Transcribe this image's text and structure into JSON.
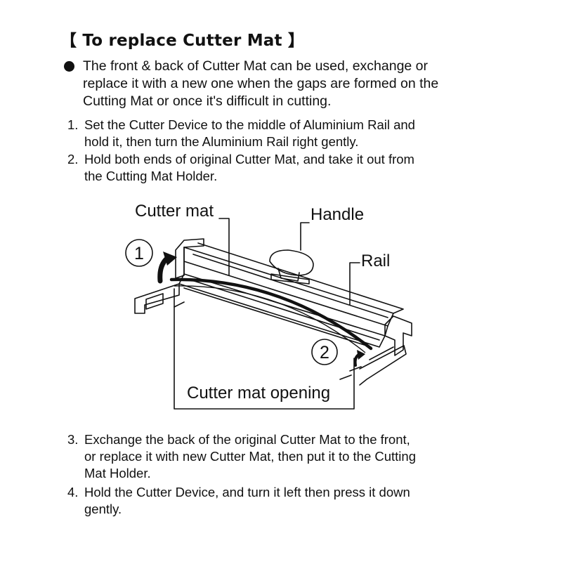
{
  "title": "【 To replace Cutter Mat 】",
  "intro": {
    "lines": [
      "The front & back of Cutter Mat can be used, exchange or",
      "replace it with a new one when the gaps are formed on the",
      "Cutting Mat or once it's difficult in cutting."
    ]
  },
  "steps": [
    {
      "number": "1.",
      "lines": [
        "Set the Cutter Device to the middle of Aluminium Rail and",
        "hold it, then turn the Aluminium Rail right gently."
      ]
    },
    {
      "number": "2.",
      "lines": [
        "Hold both ends of original Cutter Mat, and take it out from",
        "the Cutting Mat Holder."
      ]
    },
    {
      "number": "3.",
      "lines": [
        "Exchange the back of the original Cutter Mat to the front,",
        "or replace it with new Cutter Mat, then put it to the Cutting",
        "Mat Holder."
      ]
    },
    {
      "number": "4.",
      "lines": [
        "Hold the Cutter Device, and turn it left then press it down",
        "gently."
      ]
    }
  ],
  "diagram": {
    "labels": {
      "cutter_mat": "Cutter mat",
      "handle": "Handle",
      "rail": "Rail",
      "opening": "Cutter mat opening",
      "marker_1": "1",
      "marker_2": "2"
    },
    "stroke_color": "#111111"
  }
}
